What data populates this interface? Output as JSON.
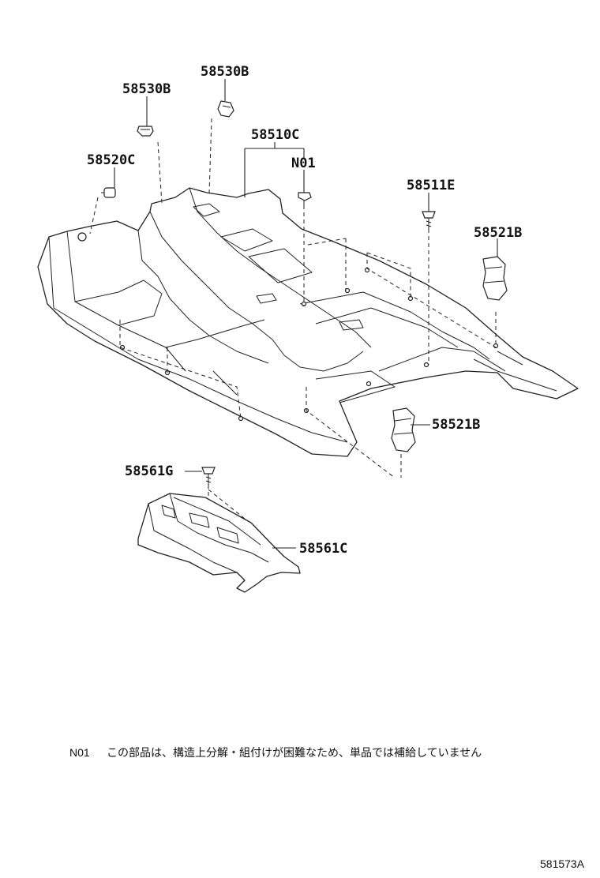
{
  "labels": {
    "p58530b_left": "58530B",
    "p58530b_right": "58530B",
    "p58510c": "58510C",
    "pn01": "N01",
    "p58520c": "58520C",
    "p58511e": "58511E",
    "p58521b_upper": "58521B",
    "p58521b_lower": "58521B",
    "p58561g": "58561G",
    "p58561c": "58561C"
  },
  "footnote": {
    "code": "N01",
    "text": "この部品は、構造上分解・組付けが困難なため、単品では補給していません"
  },
  "figure_id": "581573A"
}
